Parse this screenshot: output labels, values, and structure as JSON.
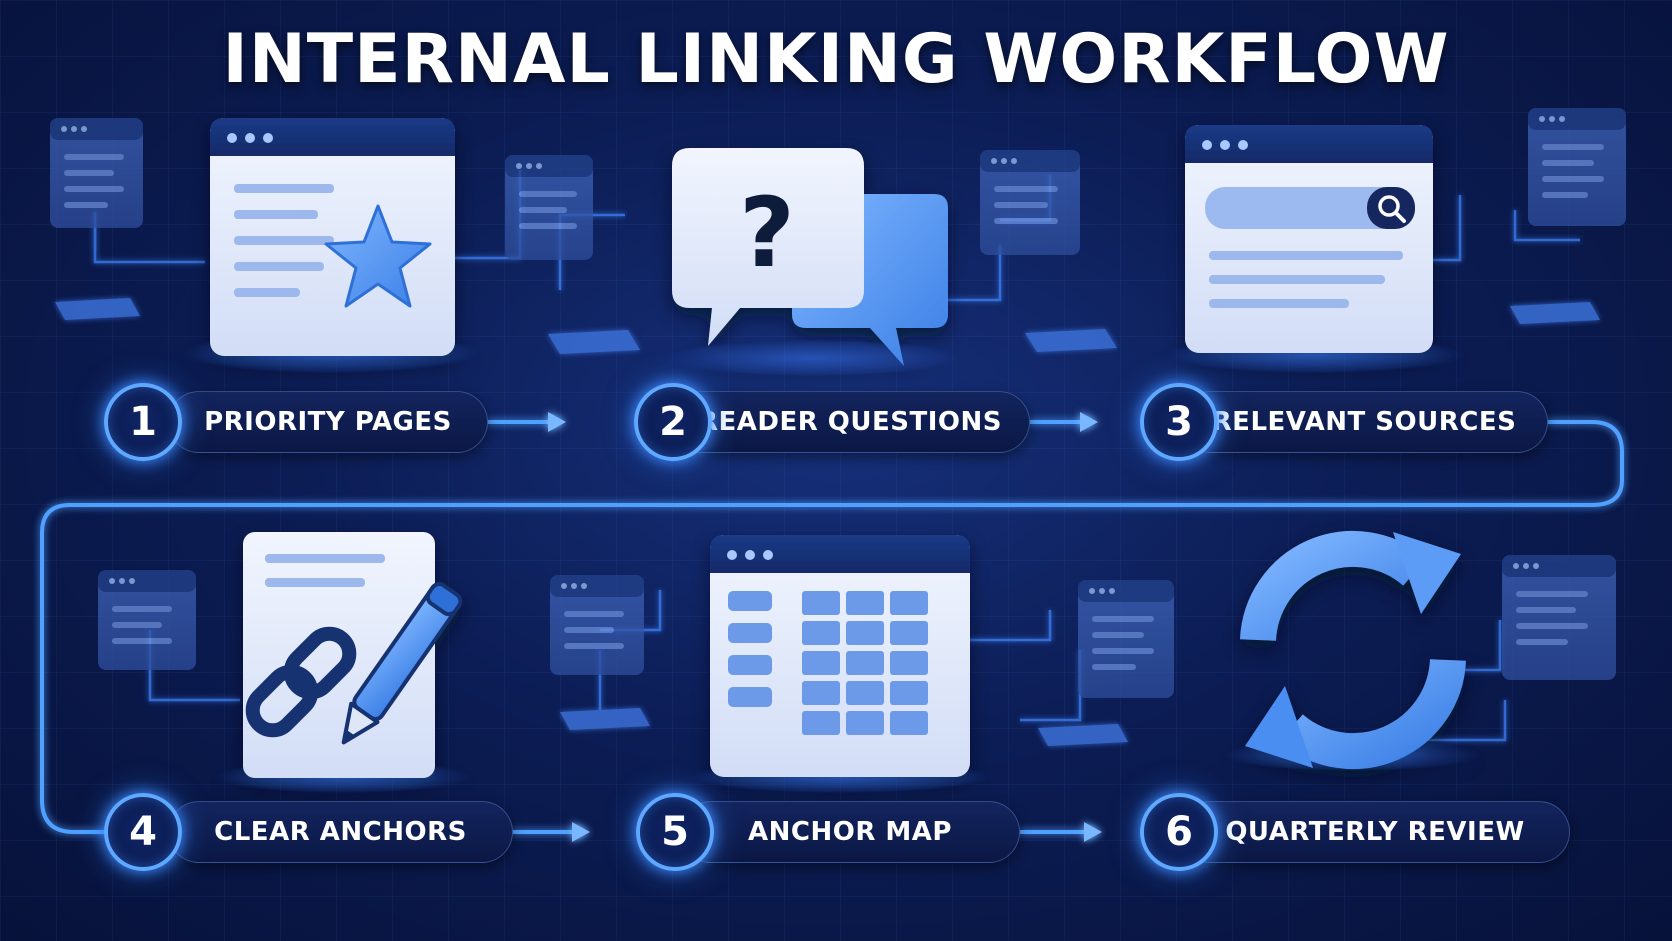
{
  "title": "INTERNAL LINKING WORKFLOW",
  "colors": {
    "background": "#0c1d55",
    "glow": "#4fa0ff",
    "card": "#e4ecfc",
    "accent": "#3f86ee",
    "dark_navy": "#13285f"
  },
  "steps": [
    {
      "number": "1",
      "label": "PRIORITY PAGES",
      "icon": "browser-star-icon"
    },
    {
      "number": "2",
      "label": "READER QUESTIONS",
      "icon": "question-chat-bubbles-icon"
    },
    {
      "number": "3",
      "label": "RELEVANT SOURCES",
      "icon": "browser-search-icon"
    },
    {
      "number": "4",
      "label": "CLEAR ANCHORS",
      "icon": "link-pencil-document-icon"
    },
    {
      "number": "5",
      "label": "ANCHOR MAP",
      "icon": "browser-table-icon"
    },
    {
      "number": "6",
      "label": "QUARTERLY REVIEW",
      "icon": "refresh-arrows-icon"
    }
  ]
}
